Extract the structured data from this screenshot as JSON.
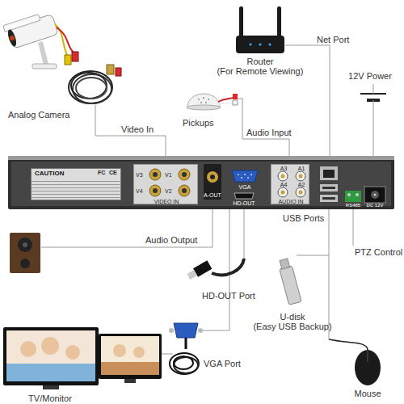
{
  "diagram": {
    "nodes": [
      {
        "text": [
          "CAUTION"
        ]
      },
      {
        "text": [
          "V3",
          "V1",
          "V4",
          "V2",
          "VIDEO IN"
        ]
      },
      {
        "text": [
          "A3",
          "A1",
          "A4",
          "A2",
          "AUDIO IN"
        ]
      }
    ],
    "labels": [
      "Router",
      "(For Remote Viewing)",
      "Net Port",
      "12V Power",
      "Analog Camera",
      "Pickups",
      "Video In",
      "Audio Input",
      "FC",
      "CE",
      "A-OUT",
      "VGA",
      "HD-OUT",
      "RS485",
      "DC 12V",
      "USB Ports",
      "Audio Output",
      "PTZ Control",
      "HD-OUT Port",
      "U-disk",
      "(Easy USB Backup)",
      "VGA Port",
      "Mouse",
      "TV/Monitor"
    ]
  }
}
